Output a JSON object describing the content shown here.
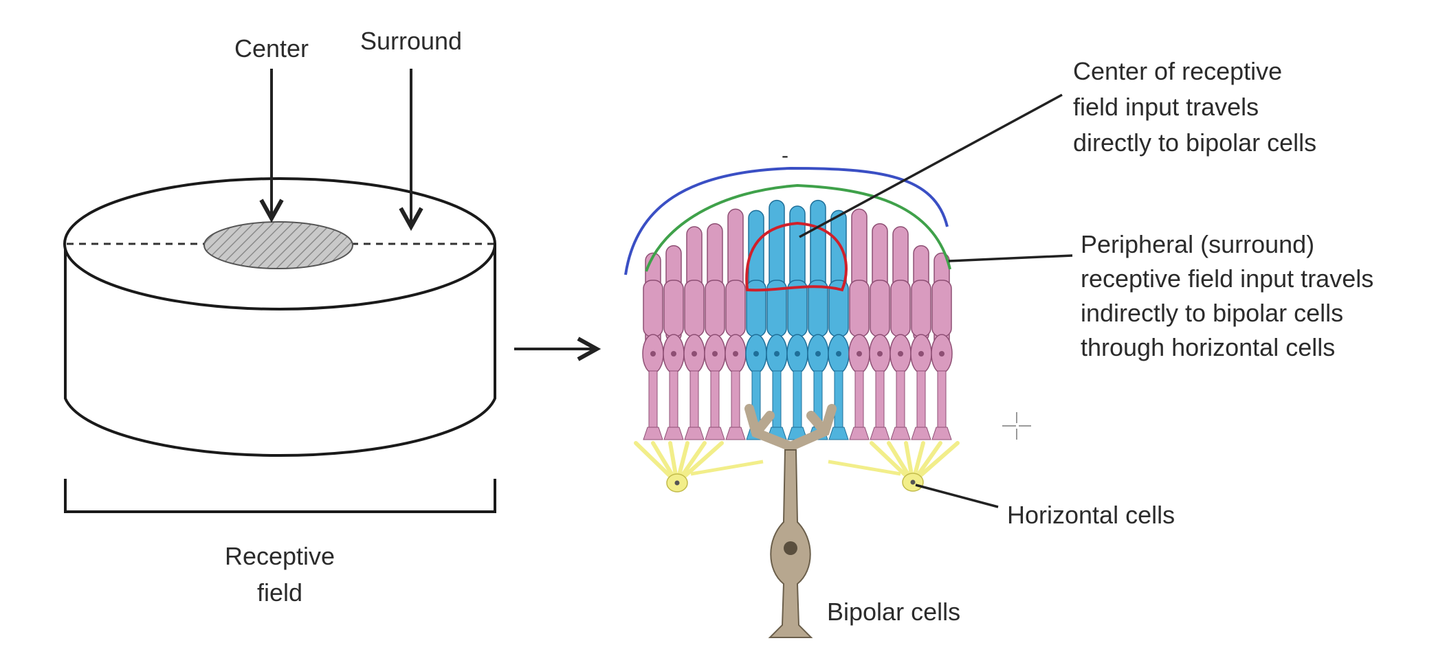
{
  "left_diagram": {
    "center_label": "Center",
    "surround_label": "Surround",
    "receptive_field_label": [
      "Receptive",
      "field"
    ]
  },
  "right_diagram": {
    "minus_sign": "-",
    "center_annotation": [
      "Center of receptive",
      "field input travels",
      "directly to bipolar cells"
    ],
    "surround_annotation": [
      "Peripheral (surround)",
      "receptive field input travels",
      "indirectly to bipolar cells",
      "through horizontal cells"
    ],
    "horizontal_cells_label": "Horizontal cells",
    "bipolar_cells_label": "Bipolar cells"
  },
  "colors": {
    "surround_cells": "#d99bbf",
    "center_cells": "#4fb3dd",
    "horizontal_cells": "#f2ee8a",
    "bipolar_cell": "#b7a78f",
    "blue_outline": "#3a4fc4",
    "green_outline": "#3fa14a",
    "red_outline": "#d0202a"
  }
}
